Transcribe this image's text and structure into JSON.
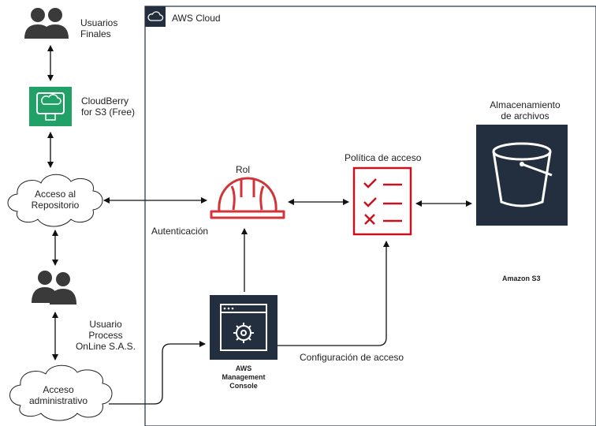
{
  "aws_cloud": {
    "title": "AWS Cloud"
  },
  "actors": {
    "end_users": {
      "line1": "Usuarios",
      "line2": "Finales"
    },
    "company_user": {
      "line1": "Usuario",
      "line2": "Process",
      "line3": "OnLine S.A.S."
    }
  },
  "cloudberry": {
    "line1": "CloudBerry",
    "line2": "for S3 (Free)"
  },
  "clouds": {
    "repo_access": {
      "line1": "Acceso al",
      "line2": "Repositorio"
    },
    "admin_access": {
      "line1": "Acceso",
      "line2": "administrativo"
    }
  },
  "role": {
    "label": "Rol"
  },
  "auth": {
    "label": "Autenticación"
  },
  "policy": {
    "label": "Política de acceso"
  },
  "storage": {
    "line1": "Almacenamiento",
    "line2": "de archivos",
    "service": "Amazon S3"
  },
  "console": {
    "line1": "AWS",
    "line2": "Management",
    "line3": "Console",
    "config_label": "Configuración de acceso"
  },
  "colors": {
    "aws_dark": "#232f3e",
    "role_red": "#d13438",
    "policy_red": "#c7131f",
    "cloudberry_green": "#21a067",
    "person_gray": "#3a3a3a"
  }
}
